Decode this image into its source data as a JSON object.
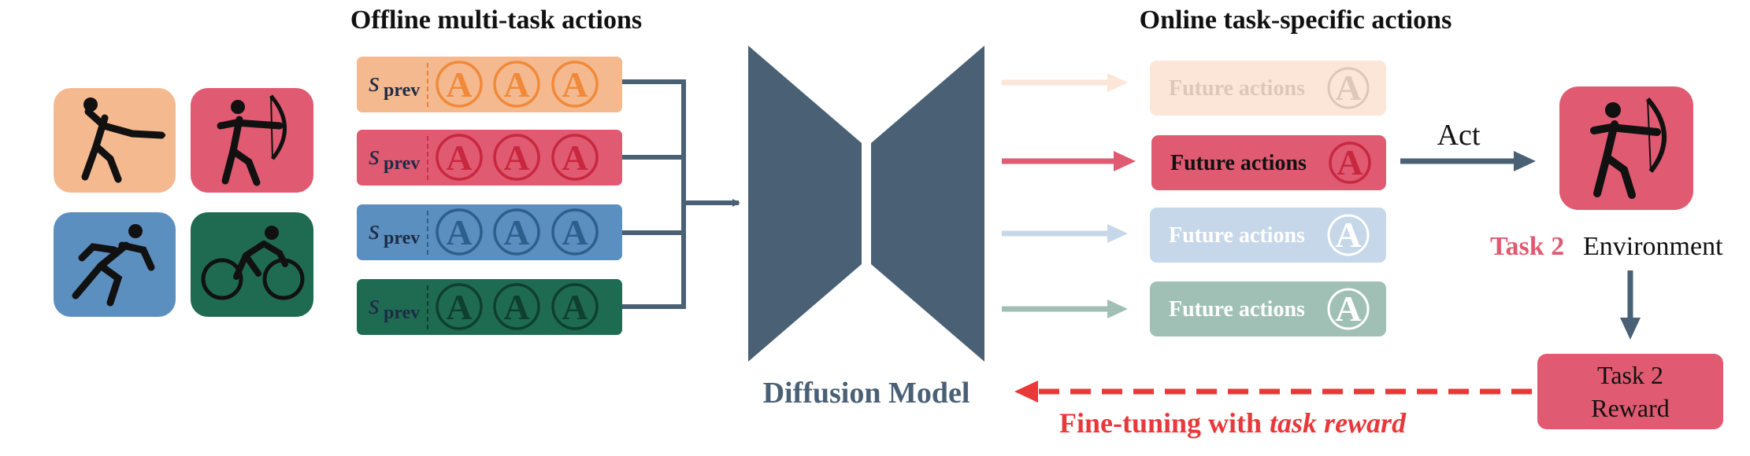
{
  "titles": {
    "offline": "Offline multi-task actions",
    "online": "Online task-specific actions"
  },
  "model": {
    "label": "Diffusion Model"
  },
  "state_symbol": {
    "base": "s",
    "subscript": "prev"
  },
  "action_symbol": "A",
  "future_label": "Future actions",
  "act_label": "Act",
  "environment": {
    "task": "Task 2",
    "label": "Environment"
  },
  "reward": {
    "line1": "Task 2",
    "line2": "Reward"
  },
  "finetune": {
    "prefix": "Fine-tuning with",
    "emphasis": "task reward"
  },
  "icons": [
    "fencing-icon",
    "archery-icon",
    "running-icon",
    "cycling-icon"
  ],
  "colors": {
    "orange": "#f5b98f",
    "red": "#e05a71",
    "blue": "#5b8fbf",
    "green": "#1f6b52",
    "model": "#4a6075",
    "reward_red": "#e8383a"
  }
}
